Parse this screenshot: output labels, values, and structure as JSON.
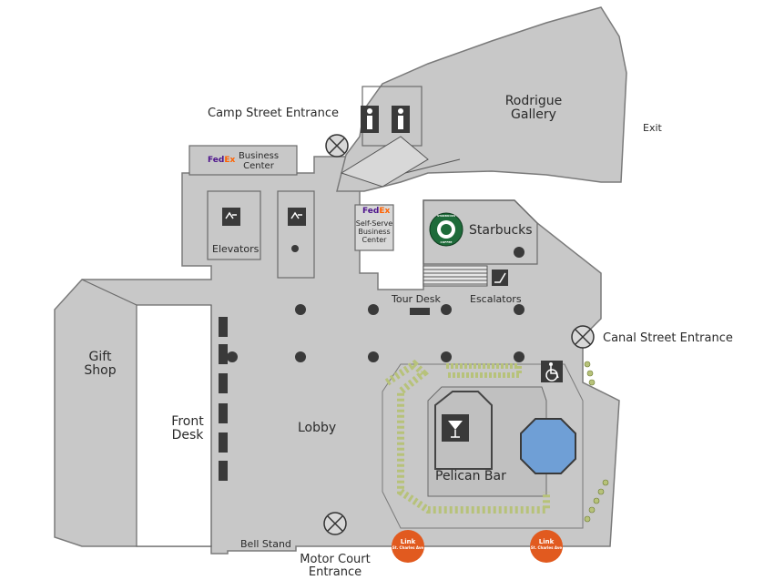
{
  "map": {
    "colors": {
      "floor": "#c8c8c8",
      "wall": "#7a7a7a",
      "column": "#3a3a3a",
      "hedge": "#b7c27a",
      "pool": "#6f9fd6",
      "starbucks": "#1e6b3a",
      "link": "#e15a1f",
      "fedex_purple": "#4d148c",
      "fedex_orange": "#ff6200"
    },
    "labels": {
      "camp_street_entrance": "Camp Street Entrance",
      "rodrigue_line1": "Rodrigue",
      "rodrigue_line2": "Gallery",
      "exit": "Exit",
      "fedex_fe": "Fed",
      "fedex_ex": "Ex",
      "business_center_line1": "Business",
      "business_center_line2": "Center",
      "self_serve_line1": "Self-Serve",
      "self_serve_line2": "Business",
      "self_serve_line3": "Center",
      "elevators": "Elevators",
      "starbucks": "Starbucks",
      "starbucks_logo_top": "STARBUCKS",
      "starbucks_logo_bottom": "COFFEE",
      "tour_desk": "Tour Desk",
      "escalators": "Escalators",
      "canal_street_entrance": "Canal Street Entrance",
      "gift_line1": "Gift",
      "gift_line2": "Shop",
      "front_line1": "Front",
      "front_line2": "Desk",
      "lobby": "Lobby",
      "pelican_bar": "Pelican Bar",
      "bell_stand": "Bell Stand",
      "motor_court_line1": "Motor Court",
      "motor_court_line2": "Entrance",
      "link_title": "Link",
      "link_sub": "St. Charles Ave"
    },
    "icons": [
      "restroom-men-icon",
      "restroom-women-icon",
      "elevator-icon",
      "escalator-icon",
      "wheelchair-icon",
      "cocktail-icon",
      "revolving-door-icon",
      "starbucks-logo-icon",
      "fedex-logo-icon",
      "link-logo-icon"
    ]
  }
}
